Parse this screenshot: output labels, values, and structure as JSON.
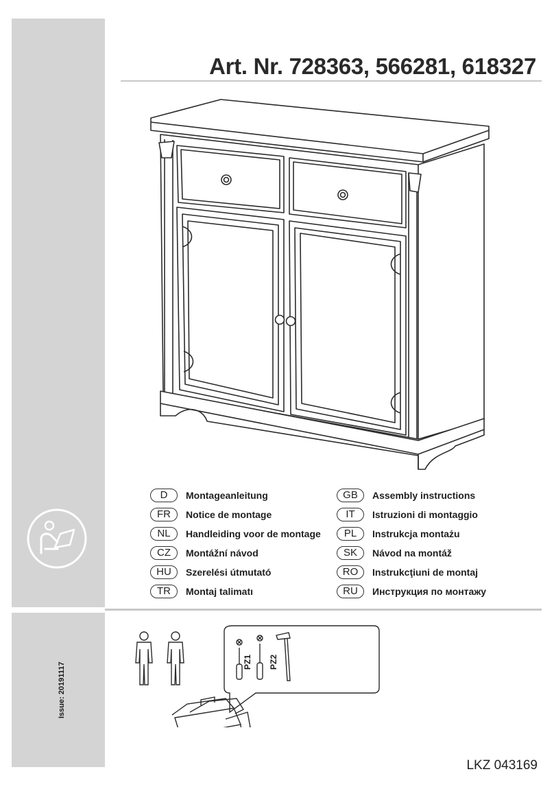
{
  "header": {
    "title": "Art. Nr. 728363, 566281, 618327"
  },
  "languages": {
    "left": [
      {
        "code": "D",
        "label": "Montageanleitung"
      },
      {
        "code": "FR",
        "label": "Notice de montage"
      },
      {
        "code": "NL",
        "label": "Handleiding voor de montage"
      },
      {
        "code": "CZ",
        "label": "Montážní návod"
      },
      {
        "code": "HU",
        "label": "Szerelési útmutató"
      },
      {
        "code": "TR",
        "label": "Montaj talimatı"
      }
    ],
    "right": [
      {
        "code": "GB",
        "label": "Assembly instructions"
      },
      {
        "code": "IT",
        "label": "Istruzioni di montaggio"
      },
      {
        "code": "PL",
        "label": "Instrukcja montażu"
      },
      {
        "code": "SK",
        "label": "Návod na montáž"
      },
      {
        "code": "RO",
        "label": "Instrukcţiuni de montaj"
      },
      {
        "code": "RU",
        "label": "Инструкция по монтажу"
      }
    ]
  },
  "tools": {
    "pz1": "PZ1",
    "pz2": "PZ2"
  },
  "footer": {
    "issue": "Issue: 20191117",
    "doc_code": "LKZ 043169"
  },
  "colors": {
    "sidebar": "#d4d4d4",
    "line": "#333333"
  },
  "icons": [
    "manual-reading-icon",
    "person-icon",
    "screwdriver-icon",
    "hammer-icon",
    "toolbox-icon"
  ]
}
